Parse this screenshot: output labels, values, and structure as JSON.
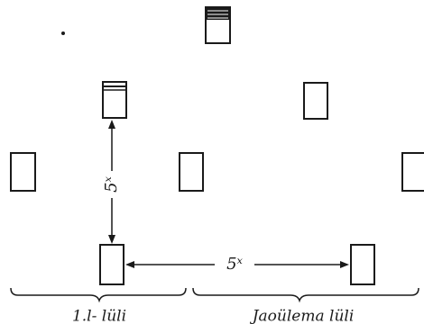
{
  "measure_vertical": "5ˣ",
  "measure_horizontal": "5ˣ",
  "group_left_label": "1.l- lüli",
  "group_right_label": "Jaoülema lüli",
  "colors": {
    "ink": "#1a1a1a",
    "background": "#ffffff"
  }
}
